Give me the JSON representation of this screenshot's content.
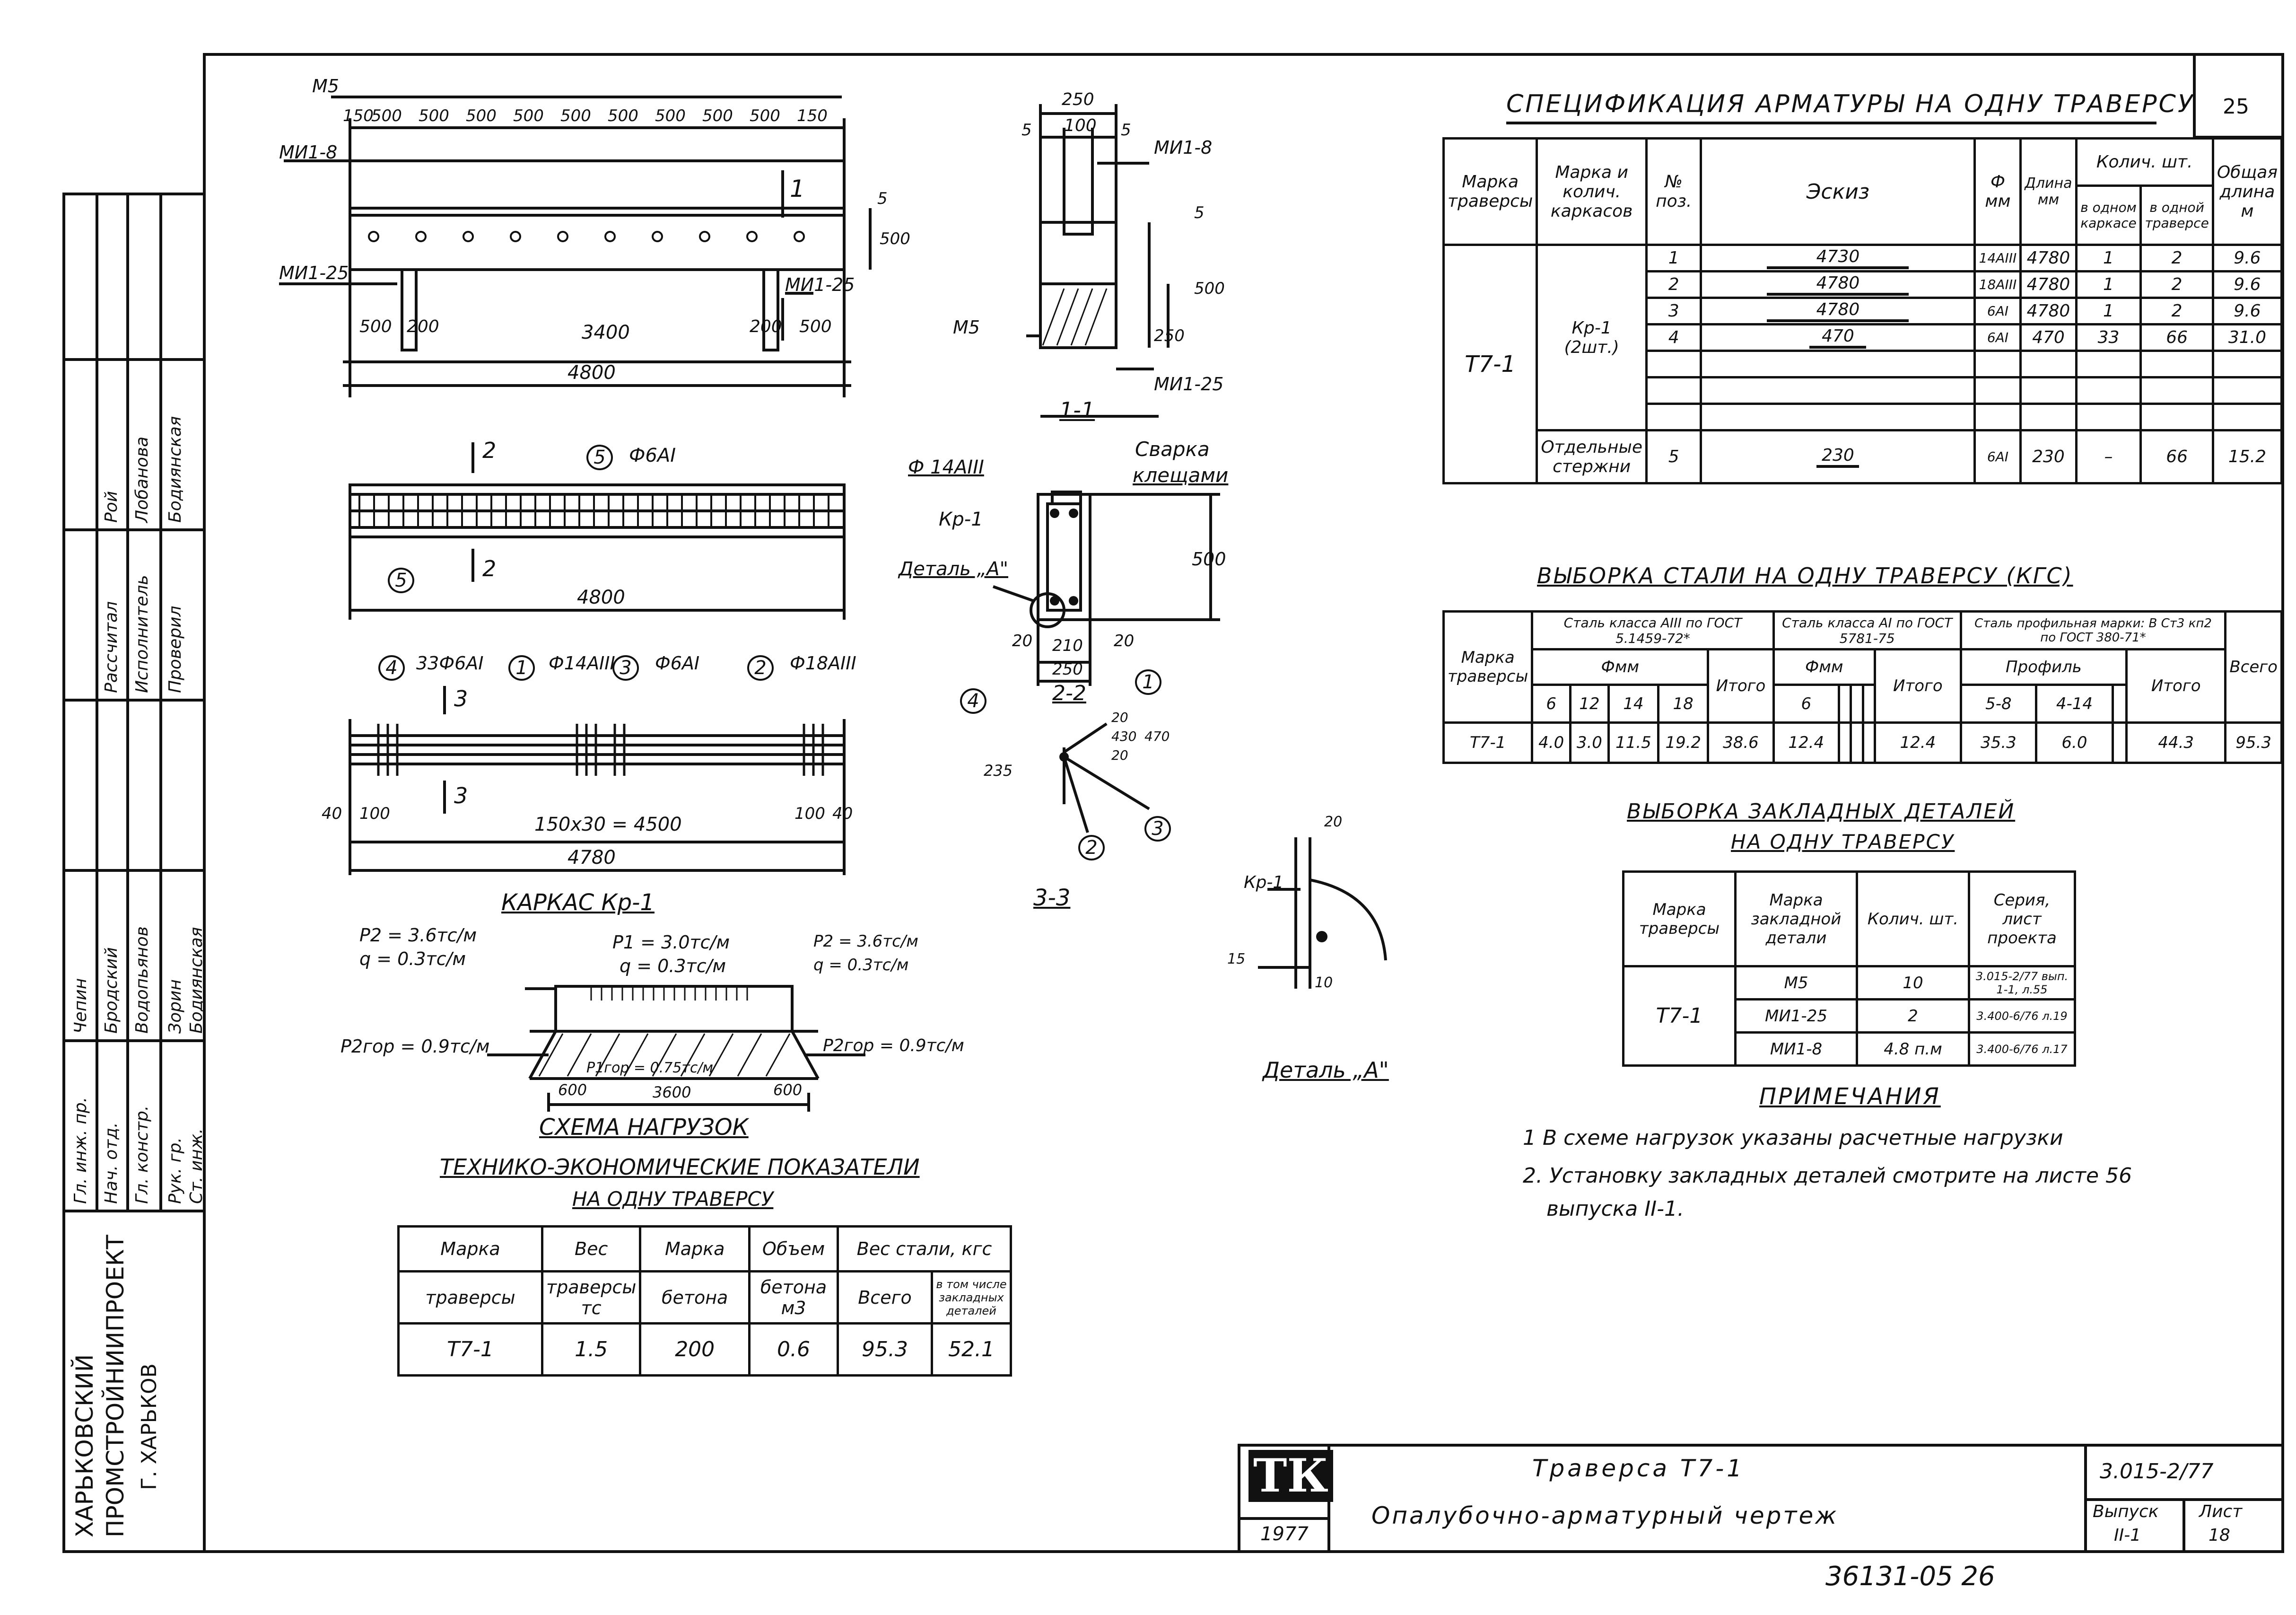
{
  "page_number": "25",
  "sheet_stamp": "36131-05 26",
  "org": {
    "line1": "ХАРЬКОВСКИЙ",
    "line2": "ПРОМСТРОЙНИИПРОЕКТ",
    "line3": "Г. ХАРЬКОВ"
  },
  "signatures": [
    {
      "role": "Гл. инж. пр.",
      "name": "Чепин"
    },
    {
      "role": "Нач. отд.",
      "name": "Бродский"
    },
    {
      "role": "Гл. констр.",
      "name": "Водопьянов"
    },
    {
      "role": "Рук. гр.",
      "name": "Зорин"
    },
    {
      "role": "Ст. инж.",
      "name": "Бодиянская"
    },
    {
      "role": "Рассчитал",
      "name": "Рой"
    },
    {
      "role": "Исполнитель",
      "name": "Лобанова"
    },
    {
      "role": "Проверил",
      "name": "Бодиянская"
    }
  ],
  "elevation": {
    "label_m5": "М5",
    "label_mi8": "МИ1-8",
    "label_mi25_left": "МИ1-25",
    "label_mi25_right": "МИ1-25",
    "top_dims": [
      "150",
      "500",
      "500",
      "500",
      "500",
      "500",
      "500",
      "500",
      "500",
      "500",
      "150"
    ],
    "bottom_dims": [
      "500",
      "200",
      "3400",
      "200",
      "500"
    ],
    "total": "4800",
    "section_mark": "1",
    "dim_5": "5",
    "dim_500": "500"
  },
  "section11": {
    "title": "1-1",
    "width": "250",
    "inner": "100",
    "edge_left": "5",
    "edge_right": "5",
    "mi8": "МИ1-8",
    "m5": "М5",
    "mi25": "МИ1-25",
    "dim_5": "5",
    "dim_500": "500",
    "dim_250": "250"
  },
  "plan": {
    "rebar5_label": "Ф6АI",
    "pos5a": "5",
    "pos5b": "5",
    "cut2": "2",
    "total": "4800"
  },
  "cage": {
    "title": "КАРКАС Кр-1",
    "callout4": "4",
    "callout4_text": "33Ф6АI",
    "callout1": "1",
    "callout1_text": "Ф14АIII",
    "callout3": "3",
    "callout3_text": "Ф6АI",
    "callout2": "2",
    "callout2_text": "Ф18АIII",
    "cut3": "3",
    "dims": [
      "40",
      "100",
      "150x30 = 4500",
      "100",
      "40"
    ],
    "total": "4780"
  },
  "section22": {
    "title": "2-2",
    "rebar_top": "Ф 14АIII",
    "cage": "Кр-1",
    "detail": "Деталь „А\"",
    "welding1": "Сварка",
    "welding2": "клещами",
    "dim_500": "500",
    "dims_bottom": [
      "20",
      "210",
      "20"
    ],
    "total": "250"
  },
  "section33": {
    "title": "3-3",
    "callouts": [
      "4",
      "1",
      "2",
      "3"
    ],
    "dims": [
      "235",
      "20",
      "430",
      "20",
      "470"
    ]
  },
  "detailA": {
    "title": "Деталь „А\"",
    "cage": "Кр-1",
    "dim_20": "20",
    "dim_15": "15",
    "dim_10": "10"
  },
  "loads": {
    "title": "СХЕМА НАГРУЗОК",
    "p2_left": "P2 = 3.6тс/м",
    "q_left": "q = 0.3тс/м",
    "p1": "P1 = 3.0тс/м",
    "q_mid": "q = 0.3тс/м",
    "p2_right": "P2 = 3.6тс/м",
    "q_right": "q = 0.3тс/м",
    "hor_left": "P2гор = 0.9тс/м",
    "hor_mid": "P1гор = 0.75тс/м",
    "hor_right": "P2гор = 0.9тс/м",
    "dims": [
      "600",
      "3600",
      "600"
    ]
  },
  "tech": {
    "title": "ТЕХНИКО-ЭКОНОМИЧЕСКИЕ ПОКАЗАТЕЛИ",
    "subtitle": "НА ОДНУ ТРАВЕРСУ",
    "h": {
      "marka": "Марка",
      "travers": "траверсы",
      "ves": "Вес",
      "ves2": "траверсы тс",
      "mb": "Марка",
      "mb2": "бетона",
      "ob": "Объем",
      "ob2": "бетона м3",
      "st": "Вес стали, кгс",
      "vs": "Всего",
      "vt": "в том числе закладных деталей"
    },
    "row": [
      "Т7-1",
      "1.5",
      "200",
      "0.6",
      "95.3",
      "52.1"
    ]
  },
  "spec": {
    "title": "СПЕЦИФИКАЦИЯ АРМАТУРЫ НА ОДНУ ТРАВЕРСУ",
    "h": {
      "mt": "Марка траверсы",
      "mk": "Марка и колич. каркасов",
      "no": "№ поз.",
      "esk": "Эскиз",
      "d": "Ф мм",
      "len": "Длина мм",
      "kol": "Колич. шт.",
      "k1": "в одном каркасе",
      "k2": "в одной траверсе",
      "ob": "Общая длина м"
    },
    "marka": "Т7-1",
    "karkas": "Кр-1",
    "karkas2": "(2шт.)",
    "otd": "Отдельные стержни",
    "rows": [
      {
        "pos": "1",
        "sk": "4730",
        "d": "14АIII",
        "len": "4780",
        "k1": "1",
        "k2": "2",
        "ob": "9.6"
      },
      {
        "pos": "2",
        "sk": "4780",
        "d": "18АIII",
        "len": "4780",
        "k1": "1",
        "k2": "2",
        "ob": "9.6"
      },
      {
        "pos": "3",
        "sk": "4780",
        "d": "6АI",
        "len": "4780",
        "k1": "1",
        "k2": "2",
        "ob": "9.6"
      },
      {
        "pos": "4",
        "sk": "470",
        "d": "6АI",
        "len": "470",
        "k1": "33",
        "k2": "66",
        "ob": "31.0"
      },
      {
        "pos": "5",
        "sk": "230",
        "d": "6АI",
        "len": "230",
        "k1": "–",
        "k2": "66",
        "ob": "15.2"
      }
    ]
  },
  "steel": {
    "title": "ВЫБОРКА СТАЛИ НА ОДНУ ТРАВЕРСУ (КГС)",
    "h1": "Сталь класса АIII по ГОСТ 5.1459-72*",
    "h2": "Сталь класса АI по ГОСТ 5781-75",
    "h3": "Сталь профильная марки: В Ст3 кп2 по ГОСТ 380-71*",
    "marka": "Марка траверсы",
    "fmm1": "Фмм",
    "fmm2": "Фмм",
    "prof": "Профиль",
    "cols": [
      "6",
      "12",
      "14",
      "18",
      "Итого",
      "6",
      "",
      "",
      "",
      "Итого",
      "5-8",
      "4-14",
      "",
      "Итого",
      "Всего"
    ],
    "row": [
      "Т7-1",
      "4.0",
      "3.0",
      "11.5",
      "19.2",
      "38.6",
      "12.4",
      "",
      "",
      "",
      "12.4",
      "35.3",
      "6.0",
      "",
      "44.3",
      "95.3"
    ]
  },
  "embedded": {
    "title": "ВЫБОРКА ЗАКЛАДНЫХ ДЕТАЛЕЙ",
    "subtitle": "НА ОДНУ ТРАВЕРСУ",
    "h": [
      "Марка траверсы",
      "Марка закладной детали",
      "Колич. шт.",
      "Серия, лист проекта"
    ],
    "marka": "Т7-1",
    "rows": [
      [
        "М5",
        "10",
        "3.015-2/77 вып. 1-1, л.55"
      ],
      [
        "МИ1-25",
        "2",
        "3.400-6/76 л.19"
      ],
      [
        "МИ1-8",
        "4.8 п.м",
        "3.400-6/76 л.17"
      ]
    ]
  },
  "notes": {
    "title": "ПРИМЕЧАНИЯ",
    "n1": "1 В схеме нагрузок указаны расчетные нагрузки",
    "n2": "2. Установку закладных деталей смотрите на листе 56",
    "n2b": "выпуска II-1."
  },
  "stamp": {
    "logo": "ТК",
    "year": "1977",
    "title1": "Траверса Т7-1",
    "title2": "Опалубочно-арматурный чертеж",
    "code": "3.015-2/77",
    "vyp_label": "Выпуск",
    "vyp": "II-1",
    "list_label": "Лист",
    "list": "18"
  }
}
